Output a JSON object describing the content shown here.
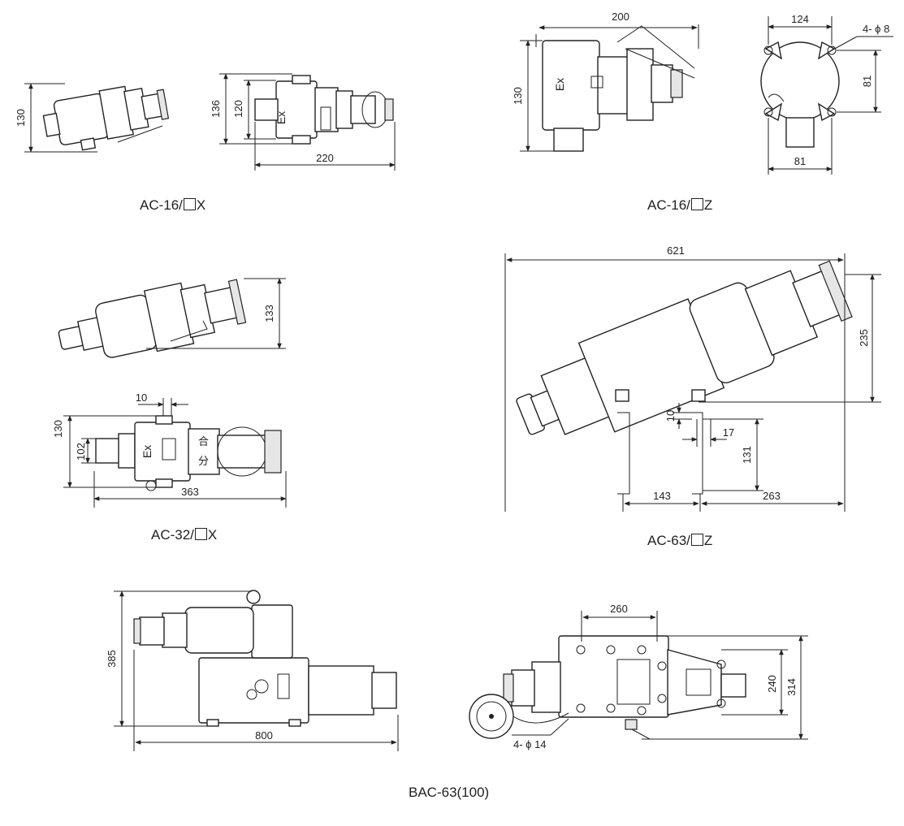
{
  "captions": {
    "ac16x": {
      "prefix": "AC-16/",
      "suffix": "X"
    },
    "ac16z": {
      "prefix": "AC-16/",
      "suffix": "Z"
    },
    "ac32x": {
      "prefix": "AC-32/",
      "suffix": "X"
    },
    "ac63z": {
      "prefix": "AC-63/",
      "suffix": "Z"
    },
    "bac63": "BAC-63(100)"
  },
  "dims": {
    "ac16x_side_h": "130",
    "ac16x_top_h1": "136",
    "ac16x_top_h2": "120",
    "ac16x_len": "220",
    "ac16z_len": "200",
    "ac16z_h": "130",
    "ac16z_w": "124",
    "ac16z_holes": "4- ϕ 8",
    "ac16z_h2": "81",
    "ac16z_w2": "81",
    "ac32x_h": "133",
    "ac32x_w10": "10",
    "ac32x_h1": "130",
    "ac32x_h2": "102",
    "ac32x_len": "363",
    "ac63z_len": "621",
    "ac63z_h": "235",
    "ac63z_d10": "10",
    "ac63z_d17": "17",
    "ac63z_d131": "131",
    "ac63z_d143": "143",
    "ac63z_d263": "263",
    "bac_h": "385",
    "bac_len": "800",
    "bac_w260": "260",
    "bac_h240": "240",
    "bac_h314": "314",
    "bac_holes": "4- ϕ 14"
  },
  "labels": {
    "ex": "Ex",
    "he": "合",
    "fen": "分"
  }
}
